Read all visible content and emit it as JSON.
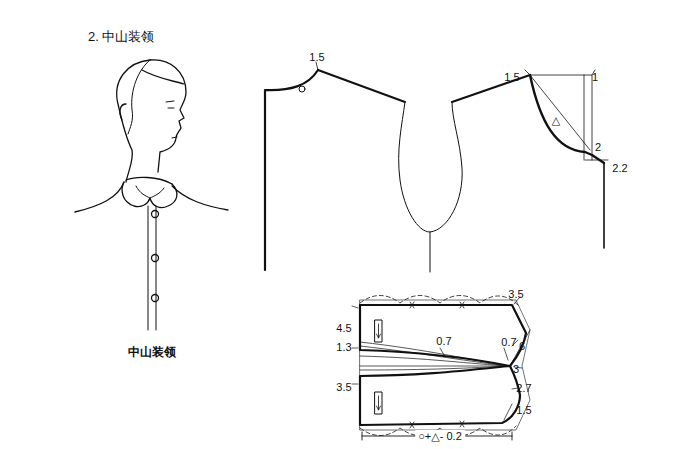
{
  "diagram": {
    "title": "2. 中山装领",
    "caption": "中山装领",
    "labels": [
      "1.5",
      "1.5",
      "1",
      "△",
      "2",
      "2.2",
      "3.5",
      "4.5",
      "1.3",
      "0.7",
      "0.7",
      "6",
      "3",
      "3.5",
      "2.7",
      "1.5",
      "○+△- 0.2"
    ]
  }
}
